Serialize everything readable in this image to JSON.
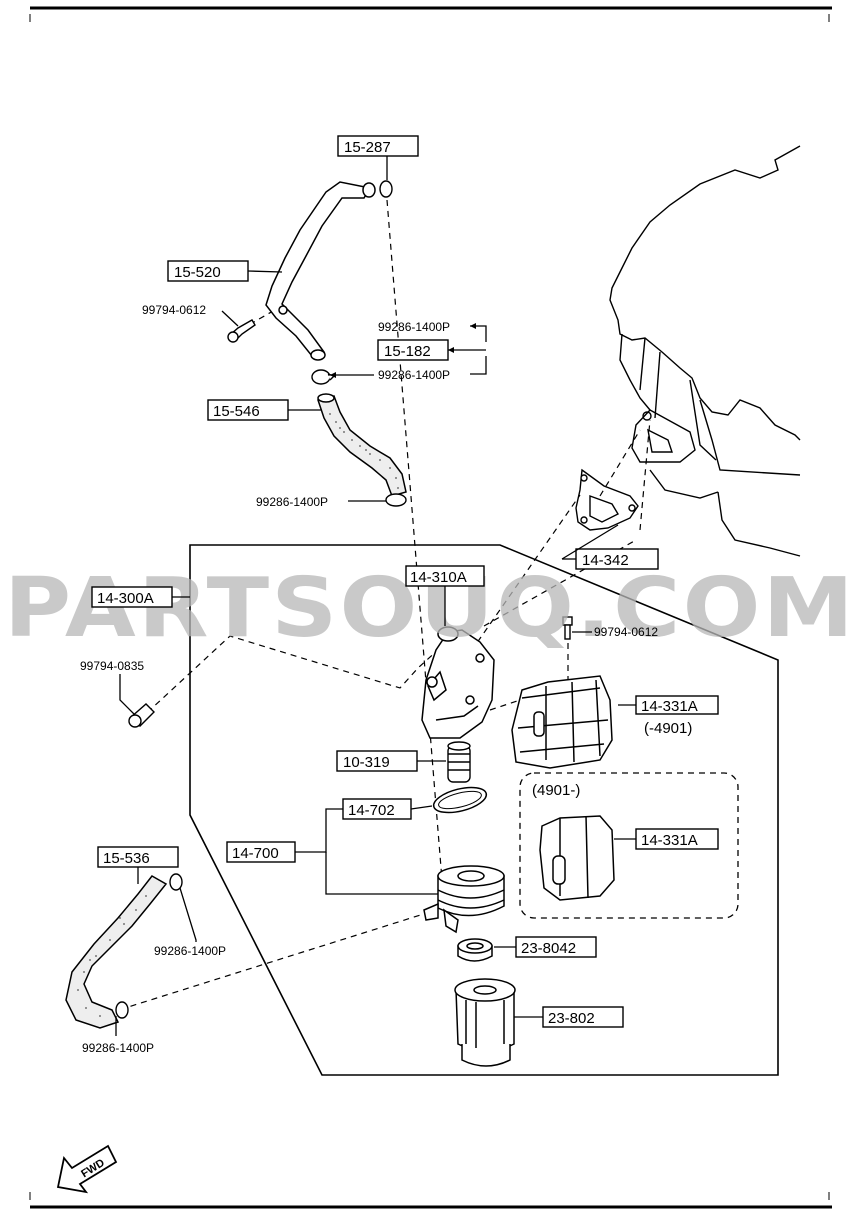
{
  "watermark": "PARTSOUQ.COM",
  "fwd_label": "FWD",
  "parts": {
    "p15_287": "15-287",
    "p15_520": "15-520",
    "p99794_0612_top": "99794-0612",
    "p99286_1400P_a": "99286-1400P",
    "p15_182": "15-182",
    "p99286_1400P_b": "99286-1400P",
    "p15_546": "15-546",
    "p99286_1400P_c": "99286-1400P",
    "p14_342": "14-342",
    "p14_310A": "14-310A",
    "p14_300A": "14-300A",
    "p99794_0612_mid": "99794-0612",
    "p99794_0835": "99794-0835",
    "p14_331A_1": "14-331A",
    "p4901_before": "(-4901)",
    "p10_319": "10-319",
    "p14_702": "14-702",
    "p4901_after": "(4901-)",
    "p14_331A_2": "14-331A",
    "p15_536": "15-536",
    "p14_700": "14-700",
    "p99286_1400P_d": "99286-1400P",
    "p23_8042": "23-8042",
    "p23_802": "23-802",
    "p99286_1400P_e": "99286-1400P"
  }
}
